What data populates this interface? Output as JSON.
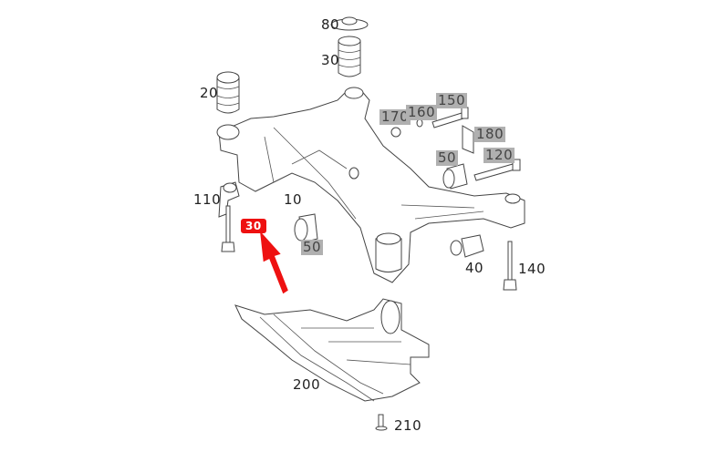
{
  "diagram": {
    "title": "Rear axle subframe exploded parts diagram",
    "highlight_color": "#ee1111",
    "label_gray": "#b0b0b0",
    "labels": {
      "p80": "80",
      "p30": "30",
      "p20": "20",
      "p170": "170",
      "p160": "160",
      "p150": "150",
      "p180": "180",
      "p50a": "50",
      "p120": "120",
      "p110": "110",
      "p10": "10",
      "p30_highlight": "30",
      "p50b": "50",
      "p40": "40",
      "p140": "140",
      "p200": "200",
      "p210": "210"
    }
  }
}
